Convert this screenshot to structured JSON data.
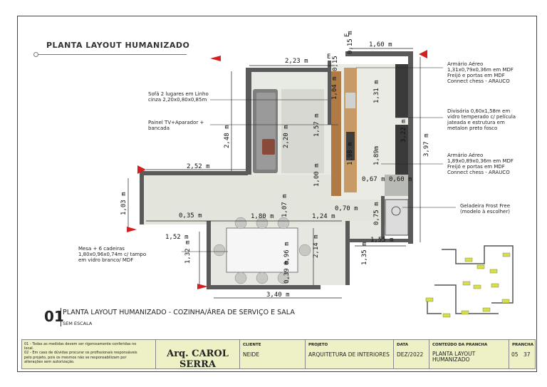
{
  "header": {
    "title": "PLANTA LAYOUT HUMANIZADO"
  },
  "dimensions": {
    "d_223": "2,23 m",
    "d_015a": "0,15",
    "d_015b": "0,15 m",
    "d_e_top": "E",
    "d_e2": "E",
    "d_160": "1,60 m",
    "d_248": "2,48 m",
    "d_220": "2,20 m",
    "d_157": "1,57 m",
    "d_104": "1,04 m",
    "d_131": "1,31 m",
    "d_198": "1,98 m",
    "d_189": "1,89m",
    "d_322": "3,22 m",
    "d_397": "3,97 m",
    "d_252": "2,52 m",
    "d_100": "1,00 m",
    "d_067": "0,67 m",
    "d_060": "0,60 m",
    "d_070": "0,70 m",
    "d_075": "0,75 m",
    "d_103": "1,03 m",
    "d_035": "0,35 m",
    "d_180": "1,80 m",
    "d_124": "1,24 m",
    "d_107": "1,07 m",
    "d_152": "1,52 m",
    "d_155": "1,55 m",
    "d_132": "1,32 m",
    "d_214": "2,14 m",
    "d_135": "1,35 m",
    "d_096": "0,96 m",
    "d_039": "0,39 m",
    "d_340": "3,40 m"
  },
  "notes": {
    "sofa": "Sofá 2 lugares em Linho\ncinza 2,20x0,80x0,85m",
    "tv": "Painel TV+Aparador +\nbancada",
    "armario1": "Armário Aéreo\n1,31x0,79x0,36m em MDF\nFreijó e portas em MDF\nConnect chess - ARAUCO",
    "divisoria": "Divisória 0,60x1,58m em\nvidro temperado c/ película\njateada e estrutura em\nmetalon preto fosco",
    "armario2": "Armário Aéreo\n1,89x0,89x0,36m em MDF\nFreijó e portas em MDF\nConnect chess - ARAUCO",
    "geladeira": "Geladeira Frost Free\n(modelo à escolher)",
    "mesa": "Mesa + 6 cadeiras\n1,80x0,96x0,74m c/ tampo\nem vidro branco/ MDF"
  },
  "caption": {
    "number": "01",
    "title": "PLANTA LAYOUT HUMANIZADO - COZINHA/ÁREA DE SERVIÇO E SALA",
    "scale": "SEM ESCALA"
  },
  "footer": {
    "notes": "01 - Todas as medidas devem ser rigorosamente conferidas no\nlocal.\n02 - Em caso de dúvidas procurar os profissionais responsáveis\npelo projeto, pois os mesmos não se responsabilizam por\nalterações sem autorização.",
    "brand": "Arq. CAROL SERRA",
    "cliente_label": "CLIENTE",
    "cliente_value": "NEIDE",
    "projeto_label": "PROJETO",
    "projeto_value": "ARQUITETURA DE INTERIORES",
    "data_label": "DATA",
    "data_value": "DEZ/2022",
    "conteudo_label": "CONTEÚDO DA PRANCHA",
    "conteudo_value": "PLANTA LAYOUT\nHUMANIZADO",
    "prancha_label": "PRANCHA",
    "prancha_num": "05",
    "prancha_total": "37"
  },
  "colors": {
    "wall": "#5a5a5a",
    "floor": "#e4e6df",
    "wood": "#b07a44",
    "frame": "#444444",
    "footer_bg": "#eef0c6",
    "marker_red": "#d62020"
  }
}
